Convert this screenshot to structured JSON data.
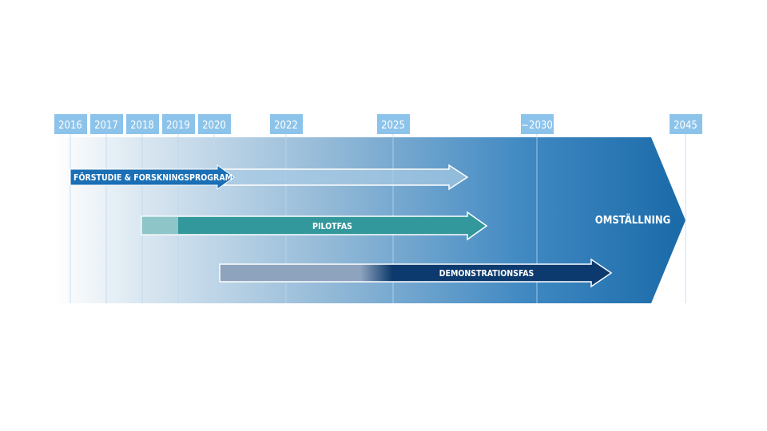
{
  "years": [
    "2016",
    "2017",
    "2018",
    "2019",
    "2020",
    "2022",
    "2025",
    "~2030",
    "2045"
  ],
  "phases": {
    "research": "FÖRSTUDIE & FORSKNINGSPROGRAM",
    "pilot": "PILOTFAS",
    "demo": "DEMONSTRATIONSFAS"
  },
  "transition_label": "OMSTÄLLNING",
  "colors": {
    "year_box": "#8cc3ea",
    "research": "#1a6fb5",
    "pilot": "#33989b",
    "demo": "#0d3a6e",
    "background_end": "#1a6aa8"
  }
}
